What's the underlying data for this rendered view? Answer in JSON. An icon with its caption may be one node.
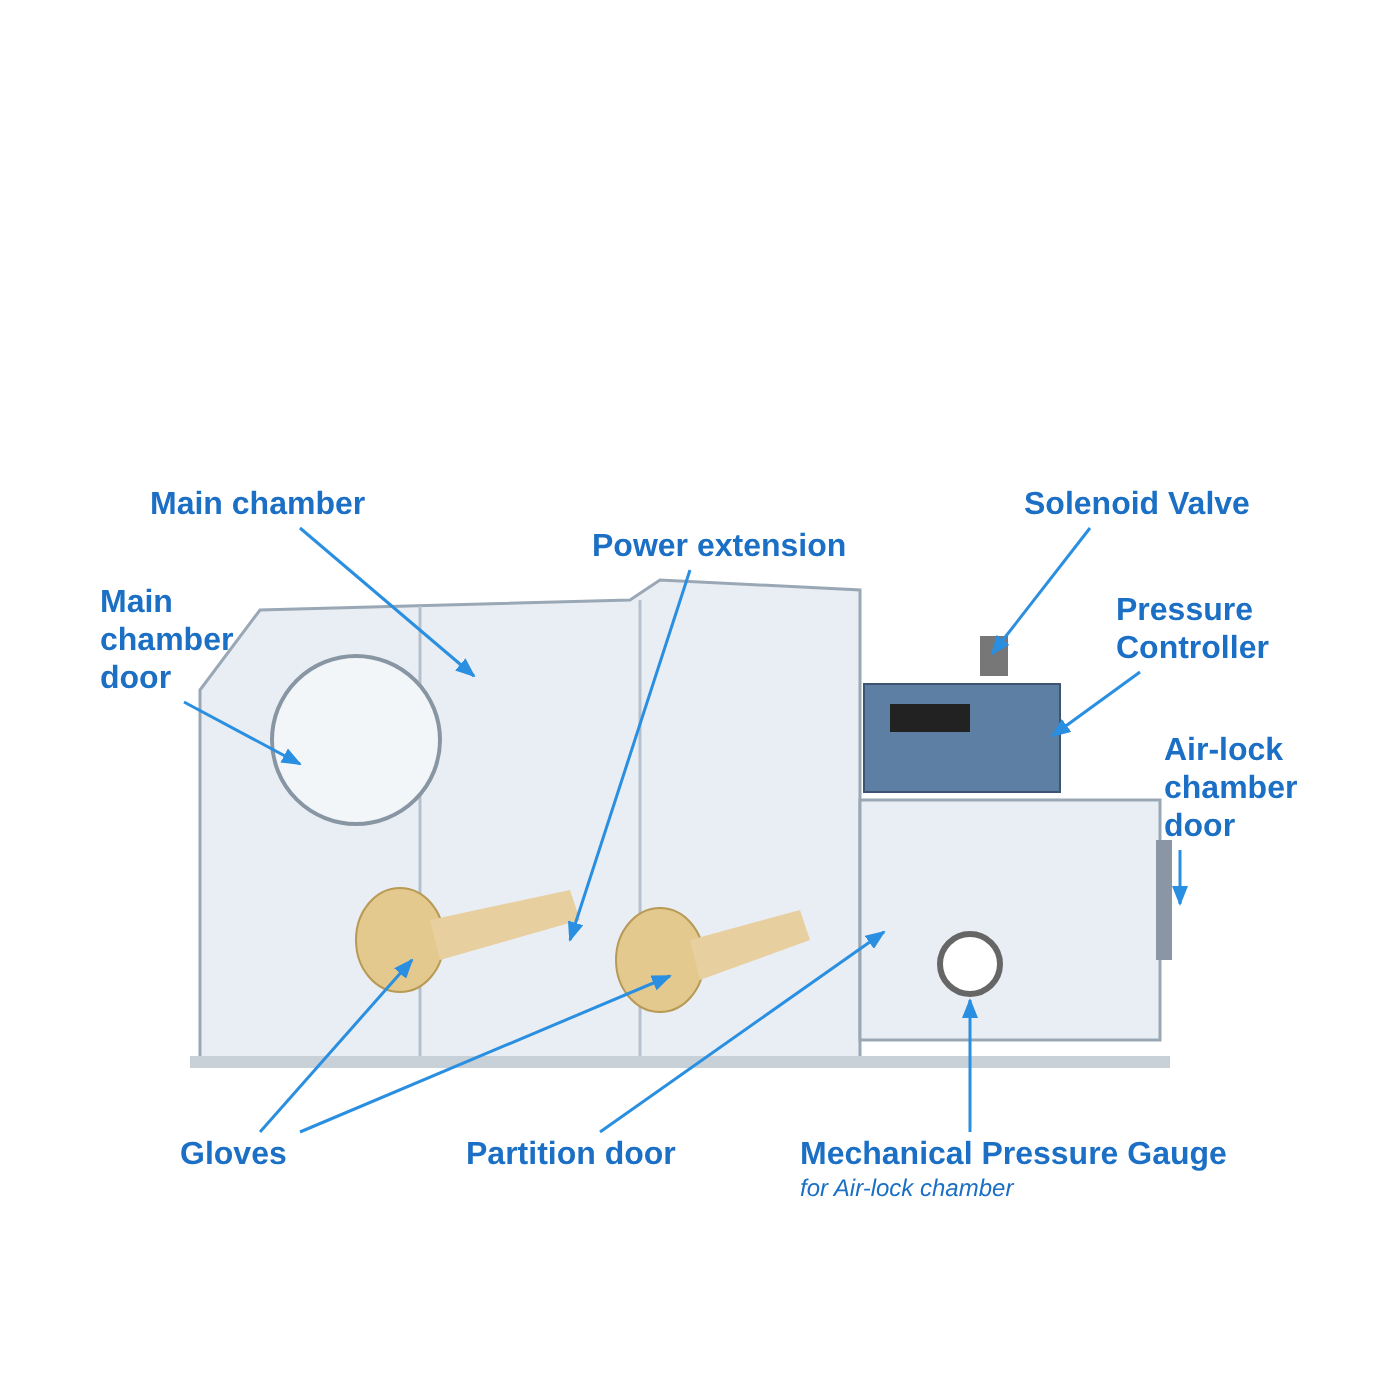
{
  "diagram": {
    "nodes": [
      {
        "text": [
          "Main chamber"
        ]
      },
      {
        "text": [
          "Main chamber door"
        ]
      },
      {
        "text": [
          "Power extension"
        ]
      },
      {
        "text": [
          "Solenoid Valve"
        ]
      },
      {
        "text": [
          "Pressure Controller"
        ]
      },
      {
        "text": [
          "Air-lock chamber door"
        ]
      },
      {
        "text": [
          "Gloves"
        ]
      },
      {
        "text": [
          "Partition door"
        ]
      },
      {
        "text": [
          "Mechanical Pressure Gauge",
          "for Air-lock chamber"
        ]
      }
    ],
    "edges": [
      {
        "from": 0,
        "to": null,
        "arrow": "to"
      },
      {
        "from": 1,
        "to": null,
        "arrow": "to"
      },
      {
        "from": 2,
        "to": null,
        "arrow": "to"
      },
      {
        "from": 3,
        "to": null,
        "arrow": "to"
      },
      {
        "from": 4,
        "to": null,
        "arrow": "to"
      },
      {
        "from": 5,
        "to": null,
        "arrow": "to"
      },
      {
        "from": 6,
        "to": null,
        "arrow": "to"
      },
      {
        "from": 6,
        "to": null,
        "arrow": "to"
      },
      {
        "from": 7,
        "to": null,
        "arrow": "to"
      },
      {
        "from": 8,
        "to": null,
        "arrow": "to"
      }
    ]
  }
}
